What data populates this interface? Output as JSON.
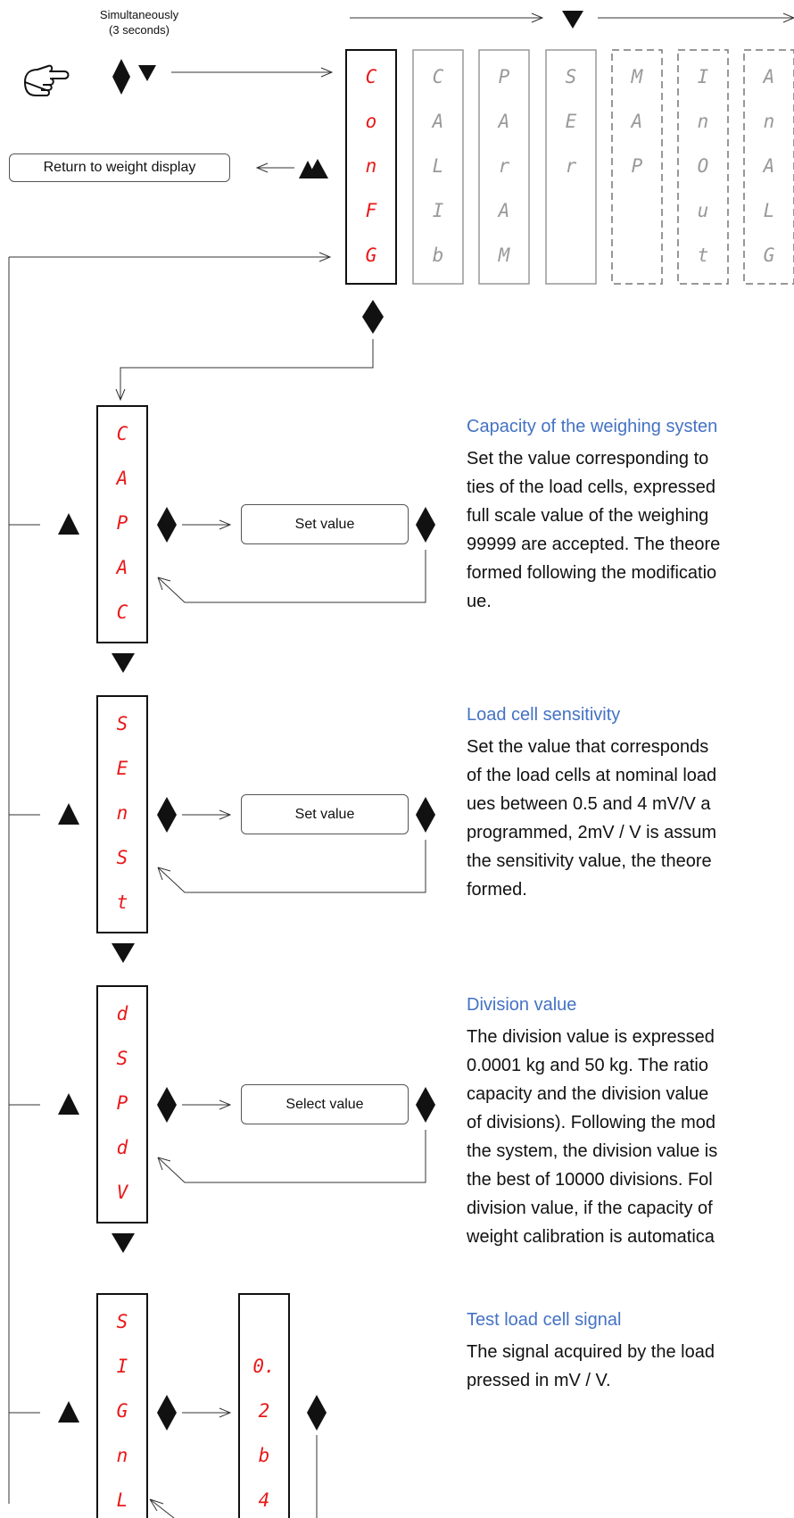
{
  "top": {
    "simultaneously": "Simultaneously",
    "three_seconds": "(3 seconds)",
    "return_button": "Return to weight display"
  },
  "menus": [
    {
      "id": "config",
      "chars": [
        "C",
        "o",
        "n",
        "F",
        "G"
      ],
      "style": "active"
    },
    {
      "id": "calib",
      "chars": [
        "C",
        "A",
        "L",
        "I",
        "b"
      ],
      "style": "inactive"
    },
    {
      "id": "param",
      "chars": [
        "P",
        "A",
        "r",
        "A",
        "M"
      ],
      "style": "inactive"
    },
    {
      "id": "ser",
      "chars": [
        "S",
        "E",
        "r",
        "",
        ""
      ],
      "style": "inactive"
    },
    {
      "id": "map",
      "chars": [
        "M",
        "A",
        "P",
        "",
        ""
      ],
      "style": "dashed"
    },
    {
      "id": "inout",
      "chars": [
        "I",
        "n",
        "O",
        "u",
        "t"
      ],
      "style": "dashed"
    },
    {
      "id": "analg",
      "chars": [
        "A",
        "n",
        "A",
        "L",
        "G"
      ],
      "style": "dashed"
    }
  ],
  "params": [
    {
      "id": "capac",
      "chars": [
        "C",
        "A",
        "P",
        "A",
        "C"
      ],
      "action": "Set value"
    },
    {
      "id": "senst",
      "chars": [
        "S",
        "E",
        "n",
        "S",
        "t"
      ],
      "action": "Set value"
    },
    {
      "id": "dspdv",
      "chars": [
        "d",
        "S",
        "P",
        "d",
        "V"
      ],
      "action": "Select value"
    },
    {
      "id": "signl",
      "chars": [
        "S",
        "I",
        "G",
        "n",
        "L"
      ],
      "readout": [
        "0.",
        "2",
        "b",
        "4"
      ]
    }
  ],
  "descriptions": [
    {
      "title": "Capacity of the weighing systen",
      "text": "Set the value corresponding to\nties of the load cells, expressed\nfull scale value of the weighing\n99999 are accepted. The theore\nformed following the modificatio\nue."
    },
    {
      "title": "Load cell sensitivity",
      "text": "Set the value that corresponds\nof the load cells at nominal load\nues between 0.5 and 4 mV/V a\nprogrammed, 2mV / V is assum\nthe sensitivity value, the theore\nformed."
    },
    {
      "title": "Division value",
      "text": "The division value is expressed\n0.0001 kg and 50 kg. The ratio\ncapacity and the division value\nof divisions). Following the mod\nthe system, the division value is\nthe best of 10000 divisions. Fol\ndivision value, if the capacity of\nweight calibration is automatica"
    },
    {
      "title": "Test load cell signal",
      "text": "The signal acquired by the load\npressed in mV / V."
    }
  ],
  "colors": {
    "led_red": "#e8191a",
    "inactive_gray": "#999999",
    "accent_blue": "#4472c4"
  }
}
